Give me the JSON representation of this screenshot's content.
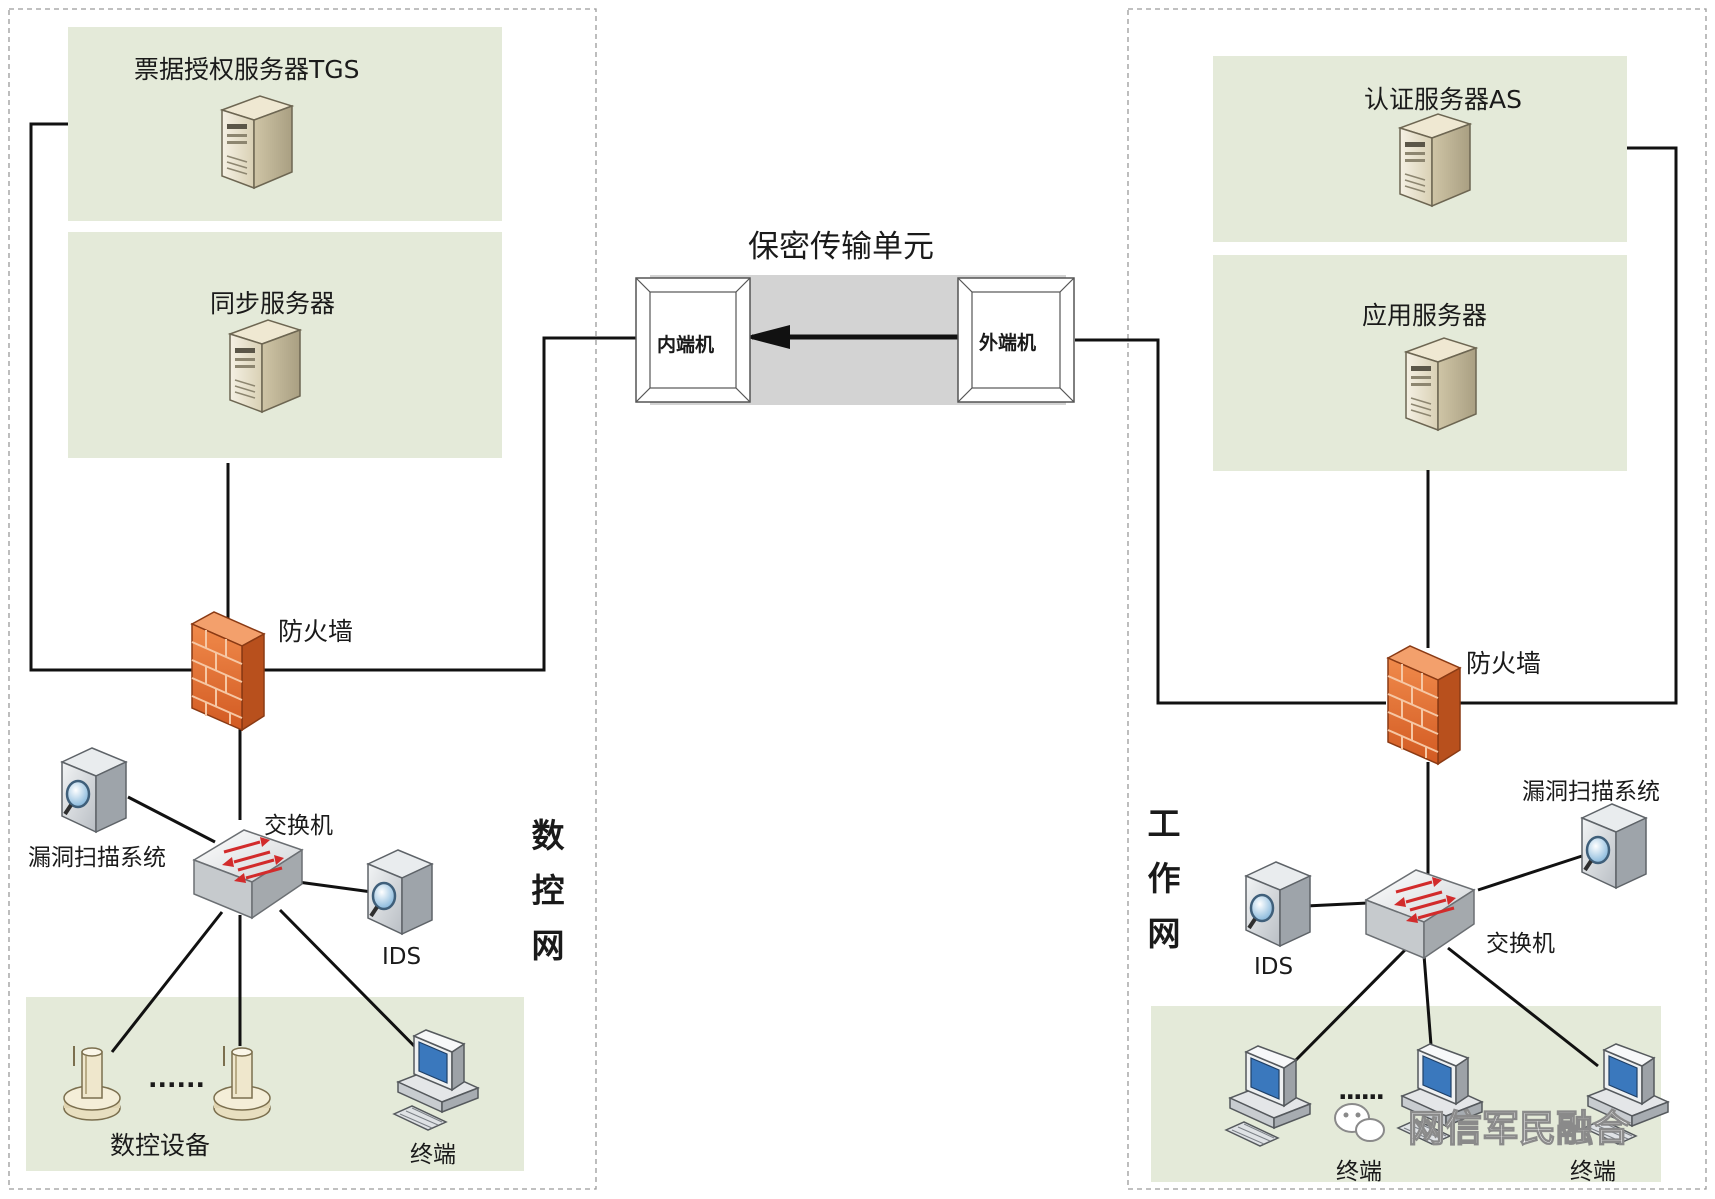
{
  "diagram": {
    "title": "保密传输单元",
    "inner_machine": "内端机",
    "outer_machine": "外端机",
    "left_network": {
      "name_chars": [
        "数",
        "控",
        "网"
      ],
      "tgs_server": "票据授权服务器TGS",
      "sync_server": "同步服务器",
      "firewall": "防火墙",
      "switch": "交换机",
      "vuln_scanner": "漏洞扫描系统",
      "ids": "IDS",
      "nc_devices": "数控设备",
      "ellipsis": "......",
      "terminal": "终端"
    },
    "right_network": {
      "name_chars": [
        "工",
        "作",
        "网"
      ],
      "auth_server": "认证服务器AS",
      "app_server": "应用服务器",
      "firewall": "防火墙",
      "switch": "交换机",
      "vuln_scanner": "漏洞扫描系统",
      "ids": "IDS",
      "ellipsis": "......",
      "terminal_1": "终端",
      "terminal_2": "终端"
    },
    "watermark": "网信军民融合"
  },
  "colors": {
    "panel": "#e4ead9",
    "line": "#111111",
    "firewall": "#e2703a",
    "channel": "#d3d3d3"
  },
  "icons": [
    "server-icon",
    "firewall-icon",
    "switch-icon",
    "scanner-icon",
    "computer-icon",
    "cnc-device-icon",
    "wechat-icon"
  ]
}
